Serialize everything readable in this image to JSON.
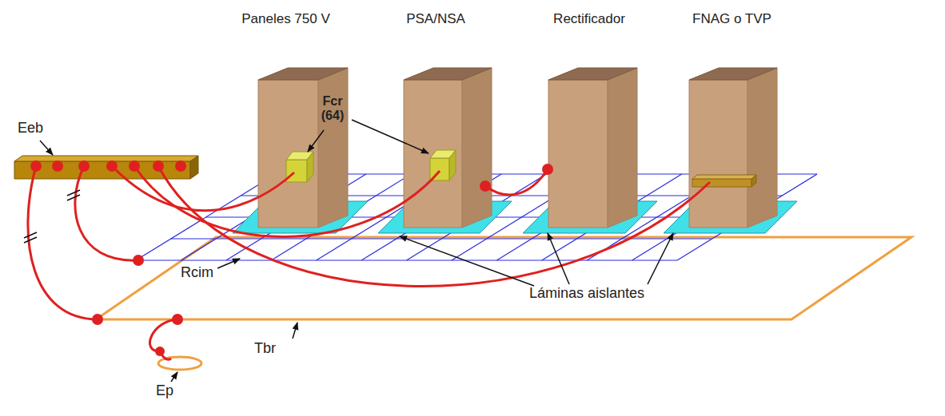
{
  "diagram": {
    "nodes": [
      {
        "text": [
          "Paneles 750 V"
        ]
      },
      {
        "text": [
          "PSA/NSA"
        ]
      },
      {
        "text": [
          "Rectificador"
        ]
      },
      {
        "text": [
          "FNAG o TVP"
        ]
      }
    ],
    "labels": [
      "Eeb",
      "Fcr (64)",
      "Rcim",
      "Láminas aislantes",
      "Tbr",
      "Ep"
    ]
  }
}
